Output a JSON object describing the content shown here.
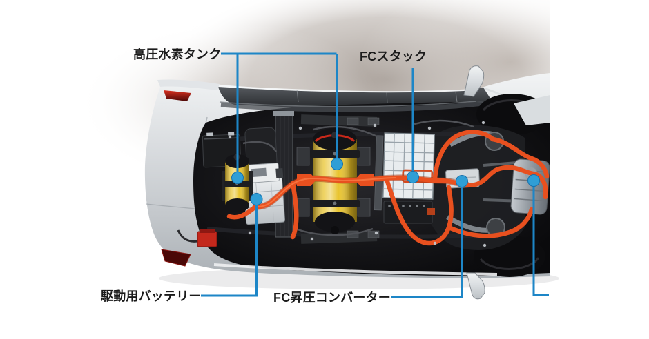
{
  "figure": {
    "kind": "fuel-cell vehicle cutaway illustration",
    "view": "top view, rear at left, front cropped at right edge"
  },
  "callouts": {
    "hydrogen_tank": {
      "label": "高圧水素タンク"
    },
    "fc_stack": {
      "label": "FCスタック"
    },
    "drive_battery": {
      "label": "駆動用バッテリー"
    },
    "fc_boost_converter": {
      "label": "FC昇圧コンバーター"
    },
    "front_cropped": {
      "label": ""
    }
  },
  "colors": {
    "callout_line": "#1d86c7",
    "callout_dot": "#2f9ed6",
    "tank_yellow": "#e9c42e",
    "cable_orange": "#e8501f",
    "label_text": "#1b1b1b",
    "body_silver": "#c9ced2",
    "interior_black": "#0d0d0f"
  }
}
